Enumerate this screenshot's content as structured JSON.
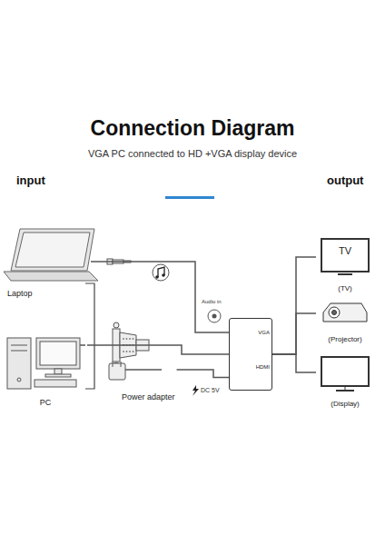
{
  "diagram": {
    "title": "Connection Diagram",
    "nodes": [
      {
        "text": [
          "Laptop"
        ]
      },
      {
        "text": [
          "PC"
        ]
      },
      {
        "text": [
          "Power adapter"
        ]
      },
      {
        "text": [
          "VGA",
          "HDMI"
        ]
      },
      {
        "text": [
          "TV",
          "(TV)"
        ]
      },
      {
        "text": [
          "(Projector)"
        ]
      },
      {
        "text": [
          "(Display)"
        ]
      }
    ],
    "edges": [
      {
        "from": 0,
        "to": 3,
        "arrow": "none"
      },
      {
        "from": 1,
        "to": 3,
        "arrow": "none"
      },
      {
        "from": 2,
        "to": 3,
        "arrow": "none"
      },
      {
        "from": 3,
        "to": 4,
        "arrow": "none"
      },
      {
        "from": 3,
        "to": 5,
        "arrow": "none"
      },
      {
        "from": 3,
        "to": 6,
        "arrow": "none"
      }
    ],
    "labels": [
      "VGA PC connected to HD +VGA display device",
      "input",
      "output",
      "Audio in",
      "DC 5V"
    ]
  }
}
